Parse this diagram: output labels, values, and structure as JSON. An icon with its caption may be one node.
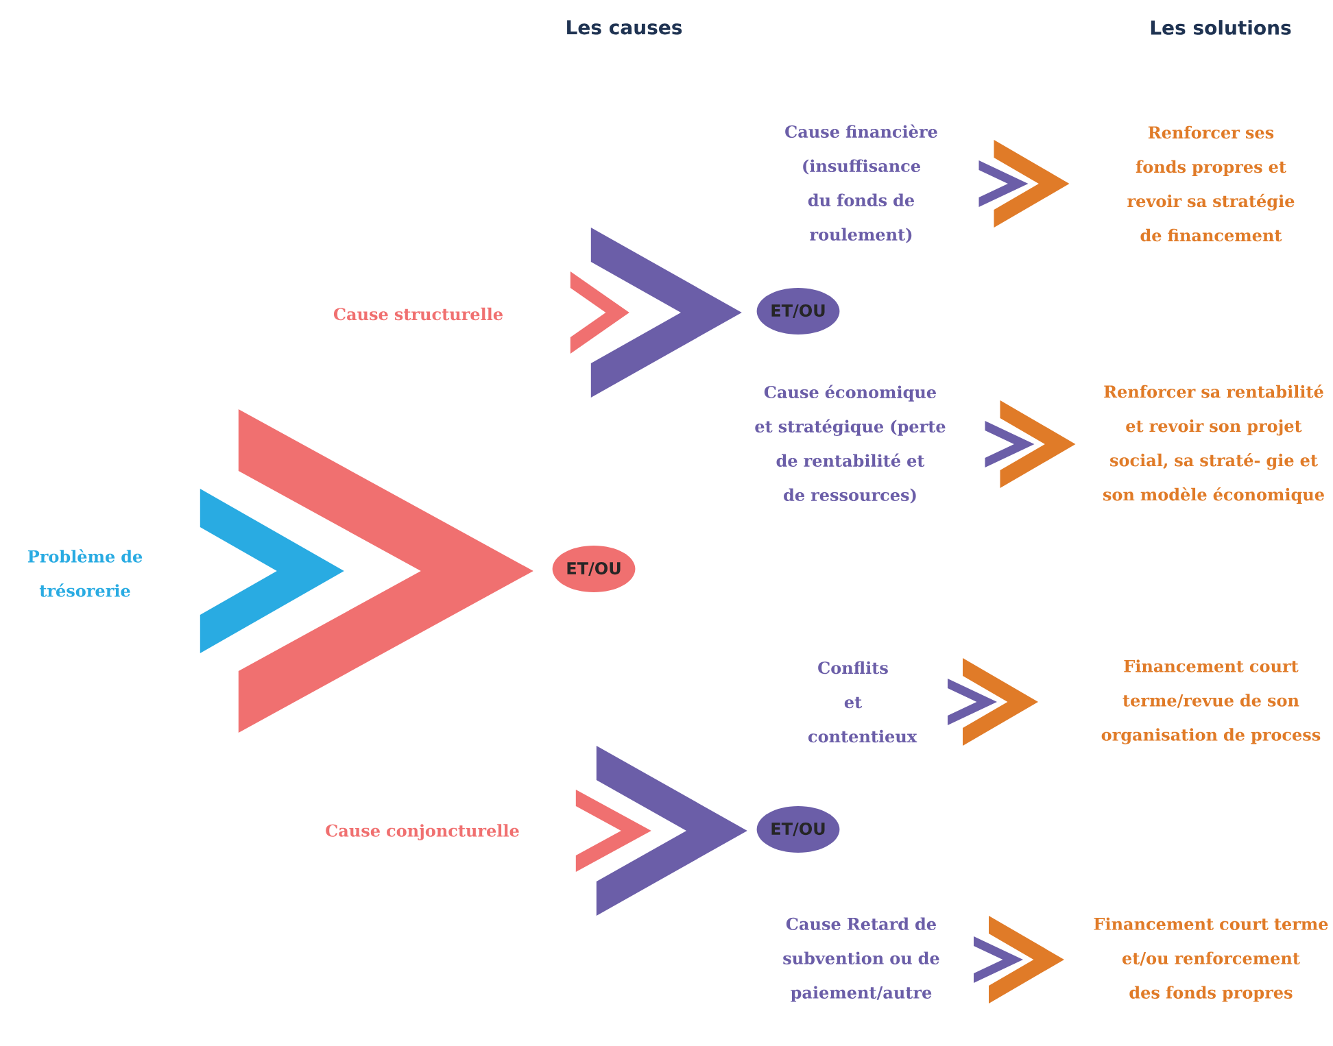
{
  "diagram": {
    "nodes": [
      {
        "text": [
          "Problème de trésorerie"
        ]
      },
      {
        "text": [
          "ET/OU"
        ]
      },
      {
        "text": [
          "Cause structurelle"
        ]
      },
      {
        "text": [
          "ET/OU"
        ]
      },
      {
        "text": [
          "Cause financière (insuffisance du fonds de roulement)"
        ]
      },
      {
        "text": [
          "Renforcer ses fonds propres et revoir sa stratégie de financement"
        ]
      },
      {
        "text": [
          "Cause économique et stratégique (perte de rentabilité et de ressources)"
        ]
      },
      {
        "text": [
          "Renforcer sa rentabilité et revoir son projet social, sa straté- gie et son modèle économique"
        ]
      },
      {
        "text": [
          "Cause conjoncturelle"
        ]
      },
      {
        "text": [
          "ET/OU"
        ]
      },
      {
        "text": [
          "Conflits et contentieux"
        ]
      },
      {
        "text": [
          "Financement court terme/revue de son organisation de process"
        ]
      },
      {
        "text": [
          "Cause Retard de subvention ou de paiement/autre"
        ]
      },
      {
        "text": [
          "Financement court terme et/ou renforcement des fonds propres"
        ]
      }
    ],
    "edges": [
      {
        "from": 0,
        "to": 1,
        "arrow": "to",
        "color": "#f07070"
      },
      {
        "from": 2,
        "to": 3,
        "arrow": "to",
        "color": "#6b5ea8"
      },
      {
        "from": 8,
        "to": 9,
        "arrow": "to",
        "color": "#6b5ea8"
      },
      {
        "from": 4,
        "to": 5,
        "arrow": "to"
      },
      {
        "from": 6,
        "to": 7,
        "arrow": "to"
      },
      {
        "from": 10,
        "to": 11,
        "arrow": "to"
      },
      {
        "from": 12,
        "to": 13,
        "arrow": "to"
      }
    ],
    "labels": [
      "Les causes",
      "Les solutions"
    ]
  }
}
